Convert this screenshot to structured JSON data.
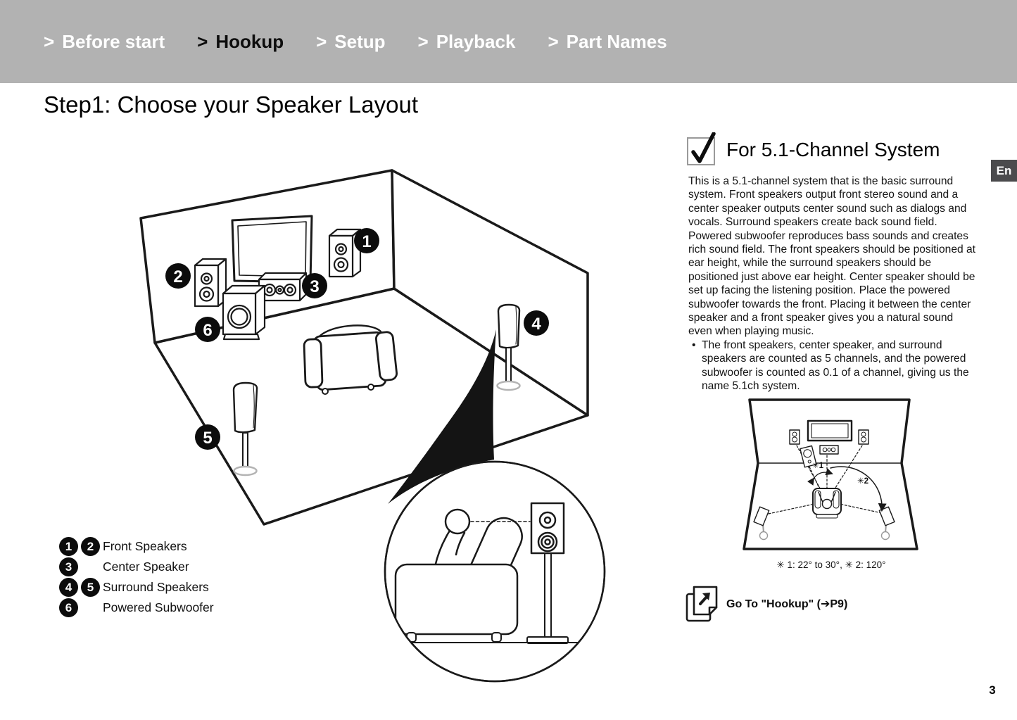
{
  "nav": {
    "chevron": ">",
    "items": [
      {
        "label": "Before start",
        "active": false
      },
      {
        "label": "Hookup",
        "active": true
      },
      {
        "label": "Setup",
        "active": false
      },
      {
        "label": "Playback",
        "active": false
      },
      {
        "label": "Part Names",
        "active": false
      }
    ]
  },
  "page": {
    "title": "Step1: Choose your Speaker Layout",
    "page_number": "3",
    "language_badge": "En"
  },
  "section": {
    "heading": "For 5.1-Channel System",
    "paragraph": "This is a 5.1-channel system that is the basic surround system. Front speakers output front stereo sound and a center speaker outputs center sound such as dialogs and vocals. Surround speakers create back sound field. Powered subwoofer reproduces bass sounds and creates rich sound field. The front speakers should be positioned at ear height, while the surround speakers should be positioned just above ear height. Center speaker should be set up facing the listening position. Place the powered subwoofer towards the front. Placing it between the center speaker and a front speaker gives you a natural sound even when playing music.",
    "bullet_marker": "•",
    "bullet": "The front speakers, center speaker, and surround speakers are counted as 5 channels, and the powered subwoofer is counted as 0.1 of a channel, giving us the name 5.1ch system.",
    "diagram_caption": "✳ 1: 22° to 30°, ✳ 2: 120°",
    "go_to_label": "Go To \"Hookup\" (➔P9)"
  },
  "legend": {
    "rows": [
      {
        "badge1": "1",
        "badge2": "2",
        "label": "Front Speakers"
      },
      {
        "badge1": "3",
        "badge2": "",
        "label": "Center Speaker"
      },
      {
        "badge1": "4",
        "badge2": "5",
        "label": "Surround Speakers"
      },
      {
        "badge1": "6",
        "badge2": "",
        "label": "Powered Subwoofer"
      }
    ]
  },
  "diagram": {
    "badge_labels": [
      "1",
      "2",
      "3",
      "4",
      "5",
      "6"
    ]
  },
  "mini": {
    "angle1": "✳1",
    "angle2": "✳2"
  },
  "colors": {
    "nav_bar": "#b2b2b2",
    "badge_black": "#0c0c0c",
    "en_badge_bg": "#4b4b4d",
    "line_art": "#1a1a1a"
  }
}
